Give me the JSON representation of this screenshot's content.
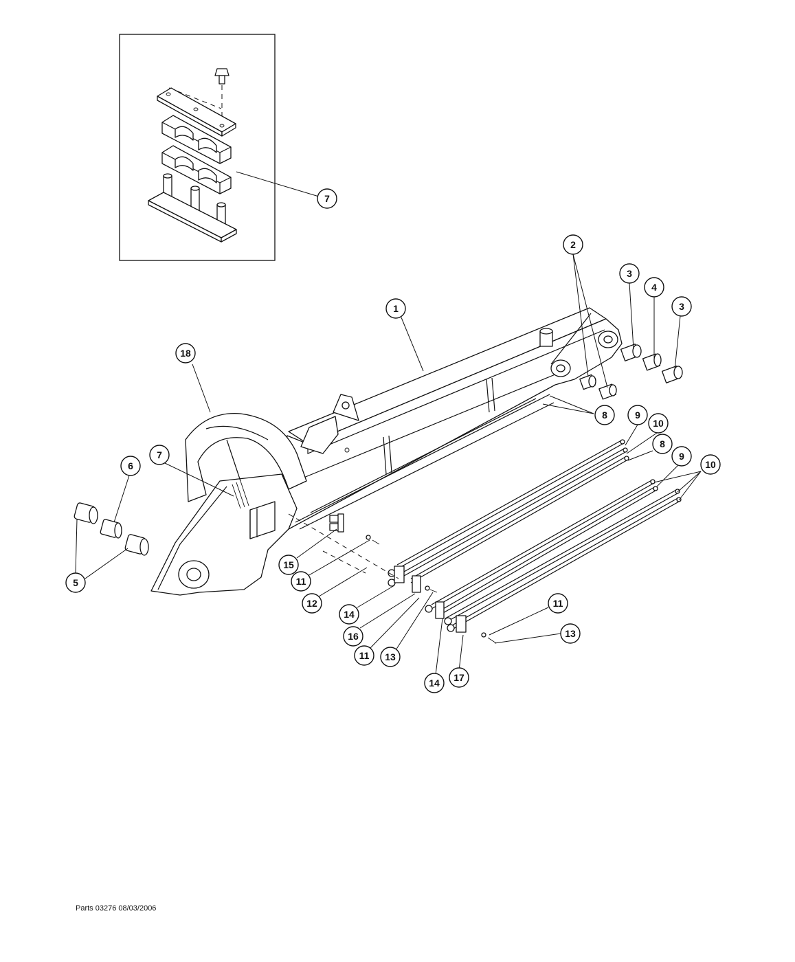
{
  "footer": "Parts 03276 08/03/2006",
  "callouts": {
    "c1": "1",
    "c2": "2",
    "c3a": "3",
    "c3b": "3",
    "c4": "4",
    "c5": "5",
    "c6": "6",
    "c7a": "7",
    "c7b": "7",
    "c8a": "8",
    "c8b": "8",
    "c9a": "9",
    "c9b": "9",
    "c10a": "10",
    "c10b": "10",
    "c11a": "11",
    "c11b": "11",
    "c11c": "11",
    "c12": "12",
    "c13a": "13",
    "c13b": "13",
    "c14a": "14",
    "c14b": "14",
    "c15": "15",
    "c16": "16",
    "c17": "17",
    "c18": "18"
  }
}
